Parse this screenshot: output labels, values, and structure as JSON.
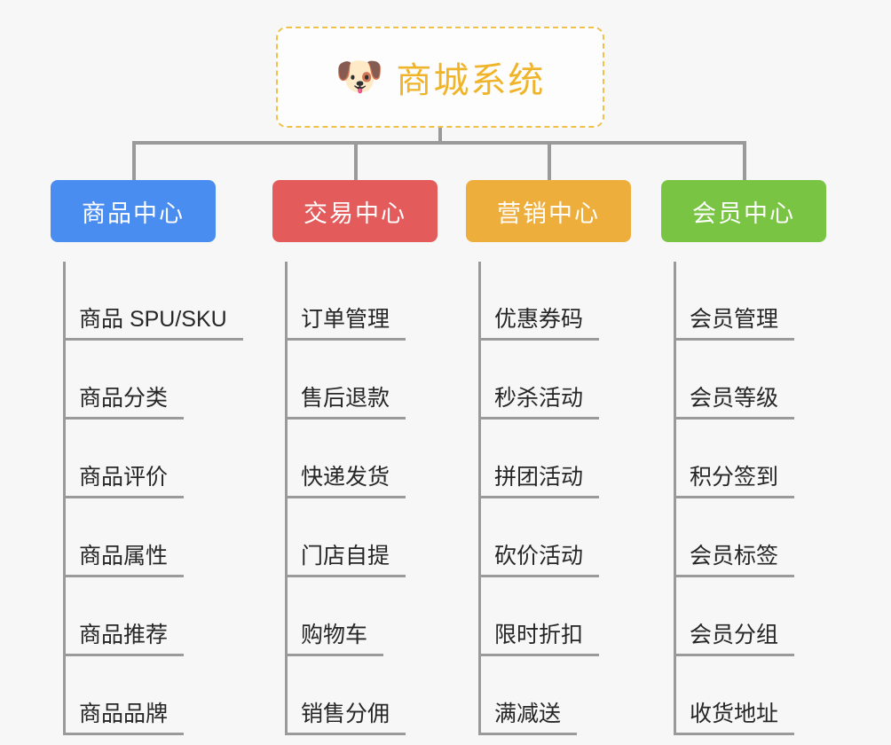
{
  "root": {
    "icon": "shiba-dog-emoji",
    "icon_glyph": "🐶",
    "title": "商城系统"
  },
  "colors": {
    "root_border": "#f0c04a",
    "root_text": "#f0b429",
    "background": "#f7f7f7",
    "line": "#9a9a9a",
    "leaf_text": "#262626",
    "branch_1": "#4a8df0",
    "branch_2": "#e35b5b",
    "branch_3": "#eeae3c",
    "branch_4": "#79c543"
  },
  "branches": [
    {
      "label": "商品中心",
      "color": "#4a8df0",
      "leaves": [
        "商品 SPU/SKU",
        "商品分类",
        "商品评价",
        "商品属性",
        "商品推荐",
        "商品品牌"
      ]
    },
    {
      "label": "交易中心",
      "color": "#e35b5b",
      "leaves": [
        "订单管理",
        "售后退款",
        "快递发货",
        "门店自提",
        "购物车",
        "销售分佣"
      ]
    },
    {
      "label": "营销中心",
      "color": "#eeae3c",
      "leaves": [
        "优惠券码",
        "秒杀活动",
        "拼团活动",
        "砍价活动",
        "限时折扣",
        "满减送"
      ]
    },
    {
      "label": "会员中心",
      "color": "#79c543",
      "leaves": [
        "会员管理",
        "会员等级",
        "积分签到",
        "会员标签",
        "会员分组",
        "收货地址"
      ]
    }
  ]
}
